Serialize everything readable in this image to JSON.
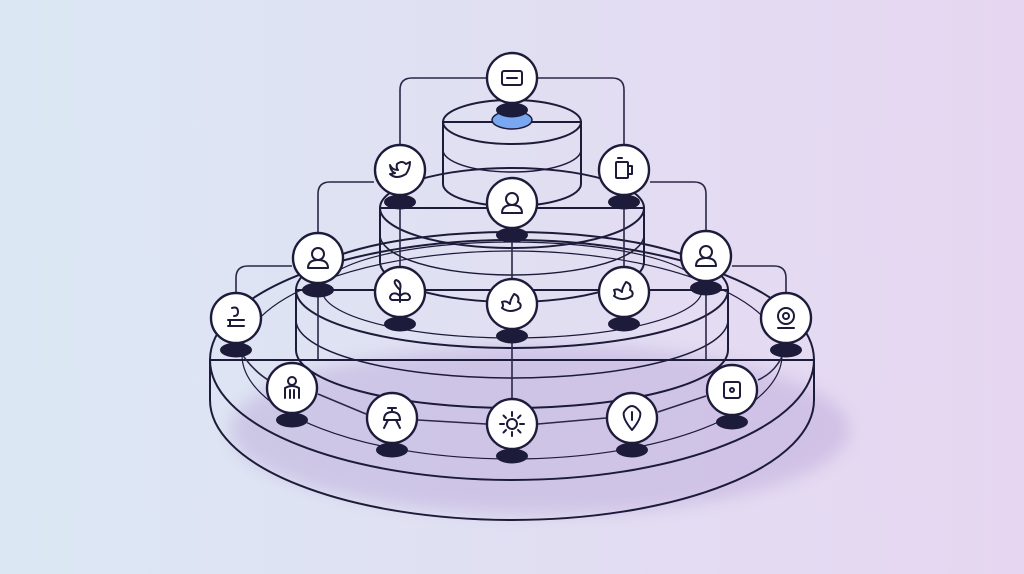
{
  "diagram": {
    "colors": {
      "background_left": "#dbe8f4",
      "background_right": "#e7d6f1",
      "tier_blue": "#7aa6f0",
      "tier_purple": "#a15ee8",
      "top_face": "#eef0fb",
      "outline": "#1d1b3a",
      "node_fill": "#ffffff"
    },
    "nodes": [
      {
        "id": "top",
        "icon": "window-icon"
      },
      {
        "id": "twitter",
        "icon": "bird-icon"
      },
      {
        "id": "cup",
        "icon": "cup-icon"
      },
      {
        "id": "profile-center",
        "icon": "user-icon"
      },
      {
        "id": "user-left",
        "icon": "user-icon"
      },
      {
        "id": "user-right",
        "icon": "user-icon"
      },
      {
        "id": "sprout",
        "icon": "sprout-icon"
      },
      {
        "id": "bird-center",
        "icon": "dove-icon"
      },
      {
        "id": "bird-right",
        "icon": "dove-icon"
      },
      {
        "id": "stool",
        "icon": "figure-icon"
      },
      {
        "id": "webcam",
        "icon": "webcam-icon"
      },
      {
        "id": "person-outline",
        "icon": "person-icon"
      },
      {
        "id": "lamp",
        "icon": "lamp-icon"
      },
      {
        "id": "sun",
        "icon": "sun-icon"
      },
      {
        "id": "pin",
        "icon": "location-pin-icon"
      },
      {
        "id": "square",
        "icon": "square-dot-icon"
      }
    ]
  }
}
